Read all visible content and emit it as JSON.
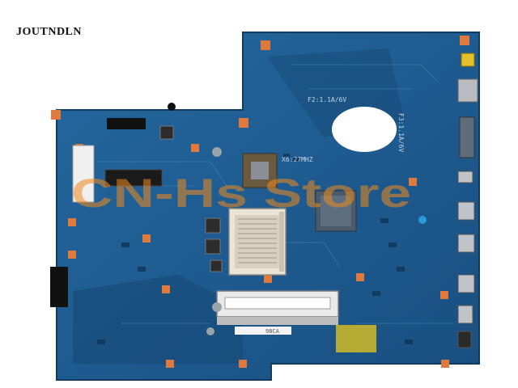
{
  "brand": {
    "name": "JOUTNDLN"
  },
  "board": {
    "label_fuse1": "F2:1.1A/6V",
    "label_fuse2": "F3:1.1A/6V",
    "label_crystal": "X6:27MHZ",
    "label_sticker": "98CA",
    "watermark": "CN-Hs Store"
  },
  "colors": {
    "pcb": "#1f5f95",
    "pcb_dark": "#16476f",
    "pad": "#e07a3c",
    "connector": "#c0c4c8"
  }
}
